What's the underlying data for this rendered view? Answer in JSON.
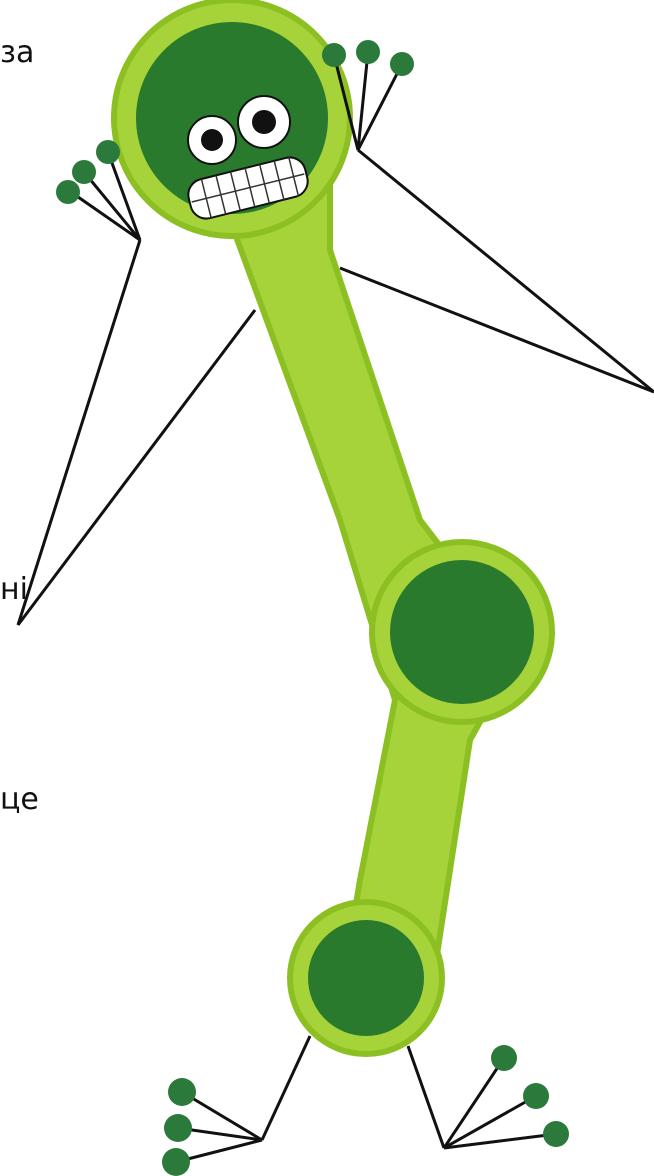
{
  "labels": {
    "top_left": "за",
    "middle_left": "ні",
    "lower_left": "це"
  },
  "colors": {
    "body_light": "#a6d33a",
    "body_dark": "#2a7a2e",
    "leg_dots": "#2b7a3b",
    "lines": "#111111"
  },
  "icons": [
    "cartoon-neuron-character"
  ]
}
